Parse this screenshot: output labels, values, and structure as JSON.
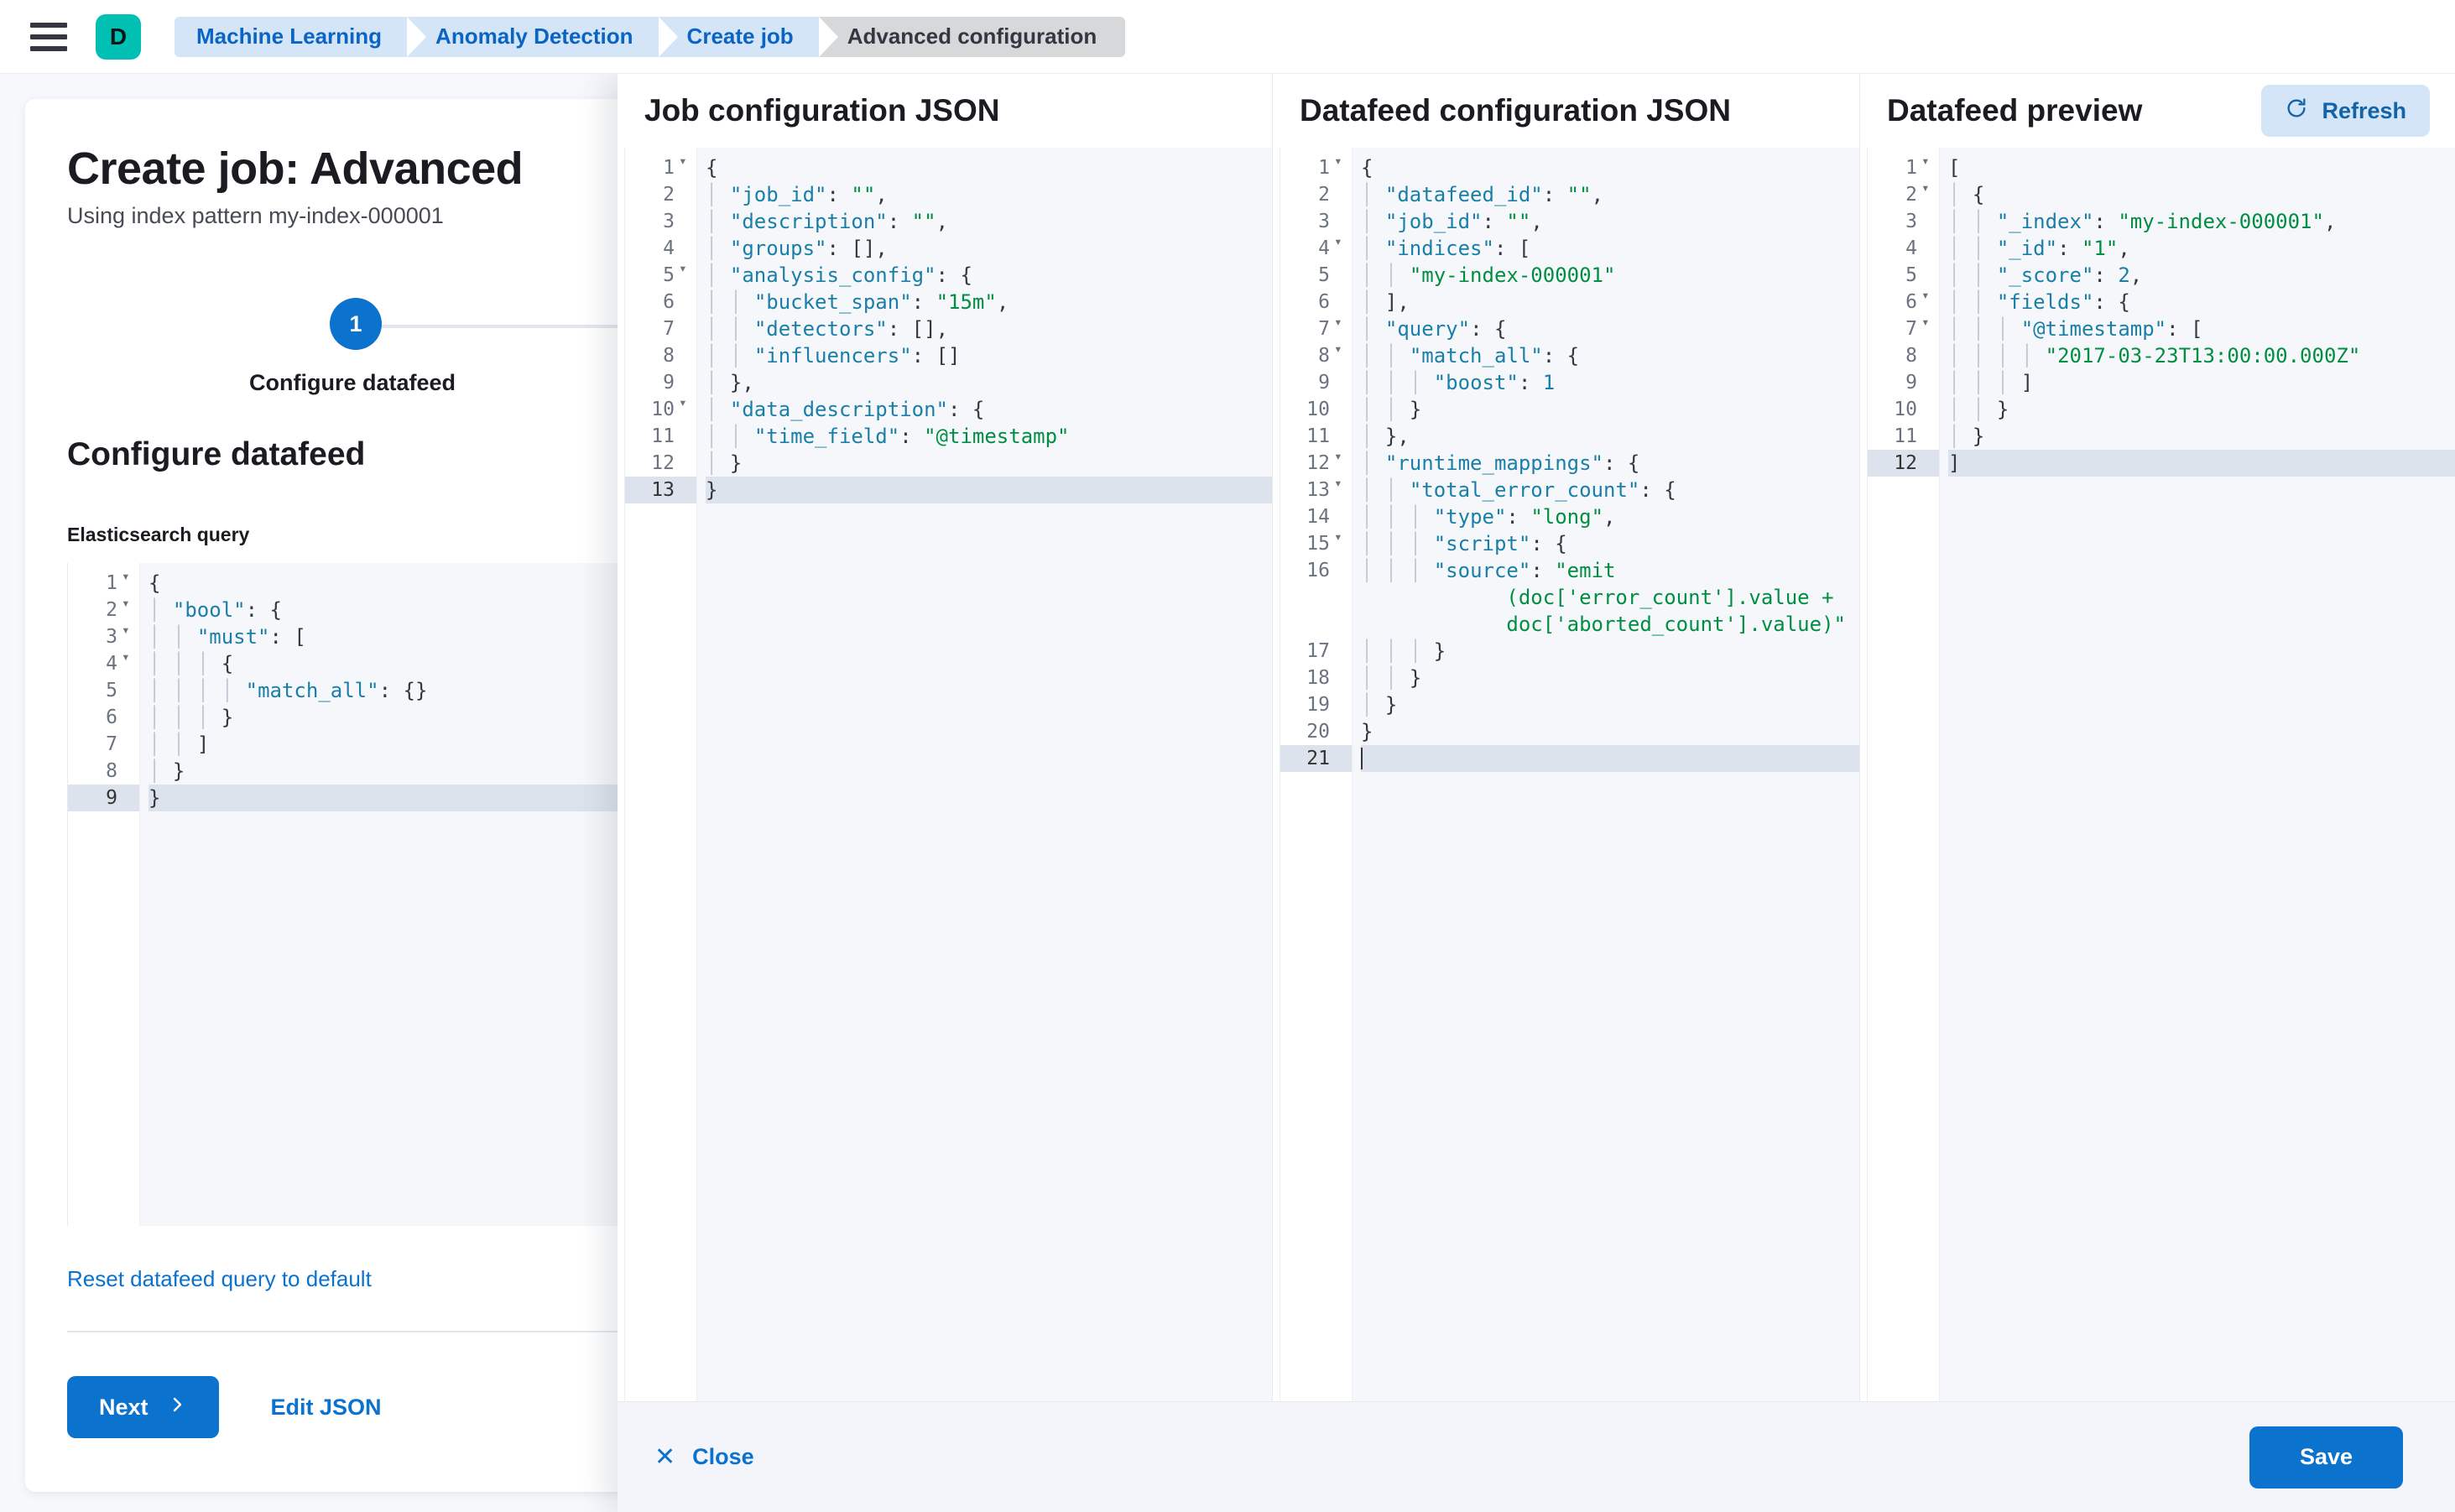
{
  "topbar": {
    "menu_icon": "hamburger-icon",
    "logo_letter": "D",
    "logo_color": "#00BFB3",
    "breadcrumbs": [
      {
        "label": "Machine Learning",
        "current": false
      },
      {
        "label": "Anomaly Detection",
        "current": false
      },
      {
        "label": "Create job",
        "current": false
      },
      {
        "label": "Advanced configuration",
        "current": true
      }
    ]
  },
  "page": {
    "title": "Create job: Advanced",
    "subtitle": "Using index pattern my-index-000001",
    "step_number": "1",
    "step_label": "Configure datafeed",
    "section_heading": "Configure datafeed",
    "field_label": "Elasticsearch query",
    "reset_link": "Reset datafeed query to default",
    "next_button": "Next",
    "next_icon": "chevron-right-icon",
    "edit_json_button": "Edit JSON",
    "accent_color": "#0B72CD"
  },
  "es_query_editor": {
    "name": "elasticsearch-query-editor",
    "active_line": 9,
    "lines": [
      {
        "n": 1,
        "fold": true,
        "text": "{"
      },
      {
        "n": 2,
        "fold": true,
        "text": "  \"bool\": {"
      },
      {
        "n": 3,
        "fold": true,
        "text": "    \"must\": ["
      },
      {
        "n": 4,
        "fold": true,
        "text": "      {"
      },
      {
        "n": 5,
        "fold": false,
        "text": "        \"match_all\": {}"
      },
      {
        "n": 6,
        "fold": false,
        "text": "      }"
      },
      {
        "n": 7,
        "fold": false,
        "text": "    ]"
      },
      {
        "n": 8,
        "fold": false,
        "text": "  }"
      },
      {
        "n": 9,
        "fold": false,
        "text": "}"
      }
    ]
  },
  "flyout": {
    "close_label": "Close",
    "close_icon": "close-x-icon",
    "save_label": "Save",
    "panels": [
      {
        "name": "job-configuration-json",
        "title": "Job configuration JSON",
        "refresh": null,
        "active_line": 13,
        "lines": [
          {
            "n": 1,
            "fold": true,
            "text": "{"
          },
          {
            "n": 2,
            "fold": false,
            "text": "  \"job_id\": \"\","
          },
          {
            "n": 3,
            "fold": false,
            "text": "  \"description\": \"\","
          },
          {
            "n": 4,
            "fold": false,
            "text": "  \"groups\": [],"
          },
          {
            "n": 5,
            "fold": true,
            "text": "  \"analysis_config\": {"
          },
          {
            "n": 6,
            "fold": false,
            "text": "    \"bucket_span\": \"15m\","
          },
          {
            "n": 7,
            "fold": false,
            "text": "    \"detectors\": [],"
          },
          {
            "n": 8,
            "fold": false,
            "text": "    \"influencers\": []"
          },
          {
            "n": 9,
            "fold": false,
            "text": "  },"
          },
          {
            "n": 10,
            "fold": true,
            "text": "  \"data_description\": {"
          },
          {
            "n": 11,
            "fold": false,
            "text": "    \"time_field\": \"@timestamp\""
          },
          {
            "n": 12,
            "fold": false,
            "text": "  }"
          },
          {
            "n": 13,
            "fold": false,
            "text": "}"
          }
        ]
      },
      {
        "name": "datafeed-configuration-json",
        "title": "Datafeed configuration JSON",
        "refresh": null,
        "active_line": 21,
        "lines": [
          {
            "n": 1,
            "fold": true,
            "text": "{"
          },
          {
            "n": 2,
            "fold": false,
            "text": "  \"datafeed_id\": \"\","
          },
          {
            "n": 3,
            "fold": false,
            "text": "  \"job_id\": \"\","
          },
          {
            "n": 4,
            "fold": true,
            "text": "  \"indices\": ["
          },
          {
            "n": 5,
            "fold": false,
            "text": "    \"my-index-000001\""
          },
          {
            "n": 6,
            "fold": false,
            "text": "  ],"
          },
          {
            "n": 7,
            "fold": true,
            "text": "  \"query\": {"
          },
          {
            "n": 8,
            "fold": true,
            "text": "    \"match_all\": {"
          },
          {
            "n": 9,
            "fold": false,
            "text": "      \"boost\": 1"
          },
          {
            "n": 10,
            "fold": false,
            "text": "    }"
          },
          {
            "n": 11,
            "fold": false,
            "text": "  },"
          },
          {
            "n": 12,
            "fold": true,
            "text": "  \"runtime_mappings\": {"
          },
          {
            "n": 13,
            "fold": true,
            "text": "    \"total_error_count\": {"
          },
          {
            "n": 14,
            "fold": false,
            "text": "      \"type\": \"long\","
          },
          {
            "n": 15,
            "fold": true,
            "text": "      \"script\": {"
          },
          {
            "n": 16,
            "fold": false,
            "text": "        \"source\": \"emit(doc['error_count'].value + doc['aborted_count'].value)\""
          },
          {
            "n": 17,
            "fold": false,
            "text": "      }"
          },
          {
            "n": 18,
            "fold": false,
            "text": "    }"
          },
          {
            "n": 19,
            "fold": false,
            "text": "  }"
          },
          {
            "n": 20,
            "fold": false,
            "text": "}"
          },
          {
            "n": 21,
            "fold": false,
            "text": ""
          }
        ]
      },
      {
        "name": "datafeed-preview",
        "title": "Datafeed preview",
        "refresh": {
          "label": "Refresh",
          "icon": "refresh-icon"
        },
        "active_line": 12,
        "lines": [
          {
            "n": 1,
            "fold": true,
            "text": "["
          },
          {
            "n": 2,
            "fold": true,
            "text": "  {"
          },
          {
            "n": 3,
            "fold": false,
            "text": "    \"_index\": \"my-index-000001\","
          },
          {
            "n": 4,
            "fold": false,
            "text": "    \"_id\": \"1\","
          },
          {
            "n": 5,
            "fold": false,
            "text": "    \"_score\": 2,"
          },
          {
            "n": 6,
            "fold": true,
            "text": "    \"fields\": {"
          },
          {
            "n": 7,
            "fold": true,
            "text": "      \"@timestamp\": ["
          },
          {
            "n": 8,
            "fold": false,
            "text": "        \"2017-03-23T13:00:00.000Z\""
          },
          {
            "n": 9,
            "fold": false,
            "text": "      ]"
          },
          {
            "n": 10,
            "fold": false,
            "text": "    }"
          },
          {
            "n": 11,
            "fold": false,
            "text": "  }"
          },
          {
            "n": 12,
            "fold": false,
            "text": "]"
          }
        ]
      }
    ]
  }
}
